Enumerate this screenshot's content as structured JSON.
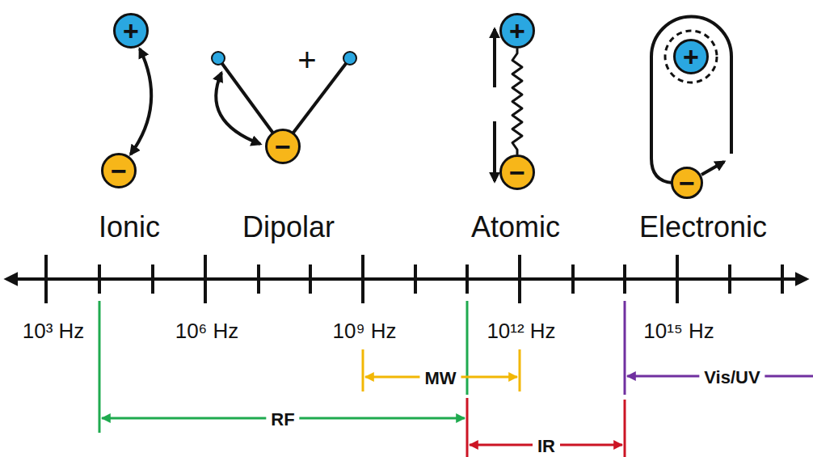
{
  "diagram": {
    "nodes": [
      {
        "text": [
          "+"
        ]
      },
      {
        "text": [
          "−"
        ]
      },
      {
        "text": [
          "−"
        ]
      },
      {
        "text": [
          "+"
        ]
      },
      {
        "text": [
          "−"
        ]
      },
      {
        "text": [
          "+"
        ]
      },
      {
        "text": [
          "−"
        ]
      }
    ],
    "edges": [
      {
        "from": 0,
        "to": 1,
        "arrow": "both"
      },
      {
        "from": 3,
        "to": 4,
        "arrow": "none"
      }
    ],
    "labels": [
      "Ionic",
      "Dipolar",
      "Atomic",
      "Electronic",
      "+",
      "10³ Hz",
      "10⁶ Hz",
      "10⁹ Hz",
      "10¹² Hz",
      "10¹⁵ Hz",
      "MW",
      "RF",
      "IR",
      "Vis/UV"
    ]
  }
}
